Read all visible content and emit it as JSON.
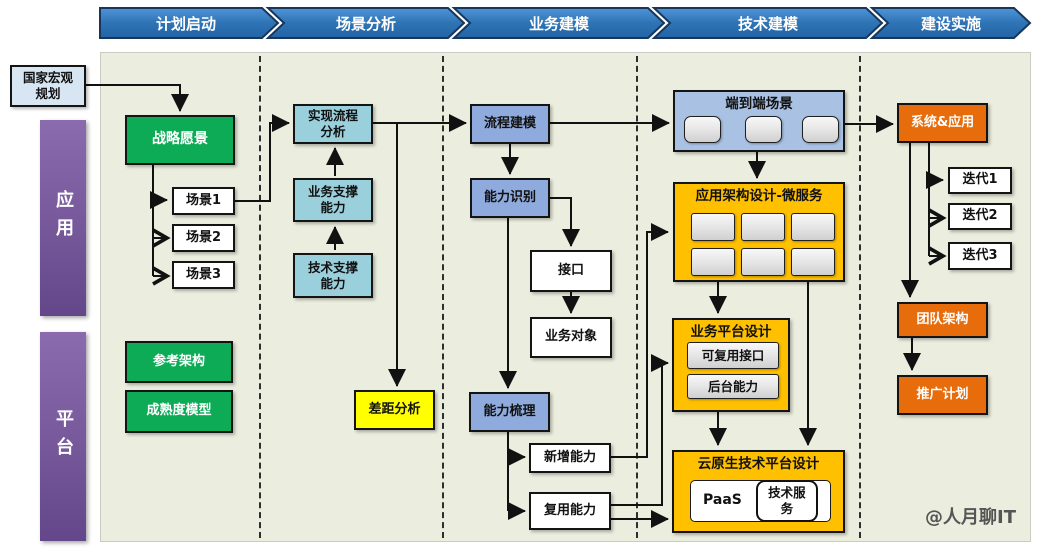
{
  "phases": [
    "计划启动",
    "场景分析",
    "业务建模",
    "技术建模",
    "建设实施"
  ],
  "side": {
    "app": "应用",
    "platform": "平台"
  },
  "nodes": {
    "national_plan": "国家宏观规划",
    "strategic_vision": "战略愿景",
    "scenario1": "场景1",
    "scenario2": "场景2",
    "scenario3": "场景3",
    "reference_arch": "参考架构",
    "maturity_model": "成熟度模型",
    "process_analysis": "实现流程分析",
    "business_support": "业务支撑能力",
    "tech_support": "技术支撑能力",
    "gap_analysis": "差距分析",
    "process_modeling": "流程建模",
    "capability_identify": "能力识别",
    "interface": "接口",
    "business_object": "业务对象",
    "capability_sort": "能力梳理",
    "new_capability": "新增能力",
    "reuse_capability": "复用能力",
    "e2e_scenario": "端到端场景",
    "app_arch": "应用架构设计-微服务",
    "biz_platform": "业务平台设计",
    "reusable_interface": "可复用接口",
    "backend_capability": "后台能力",
    "cloud_native": "云原生技术平台设计",
    "paas": "PaaS",
    "tech_service": "技术服务",
    "system_app": "系统&应用",
    "iteration1": "迭代1",
    "iteration2": "迭代2",
    "iteration3": "迭代3",
    "team_arch": "团队架构",
    "promotion_plan": "推广计划"
  },
  "watermark": "@人月聊IT",
  "colors": {
    "chevron_blue": "#2E74B5",
    "chevron_border": "#16365C",
    "panel_bg": "#EBEEDF",
    "purple": "#7A5C9E",
    "green": "#0EAB57",
    "cyan": "#9ACFDC",
    "periwinkle": "#8FAADC",
    "periwinkle_light": "#A9C2E4",
    "gold": "#FFC000",
    "orange": "#E66C0C",
    "yellow": "#FFFF00"
  }
}
